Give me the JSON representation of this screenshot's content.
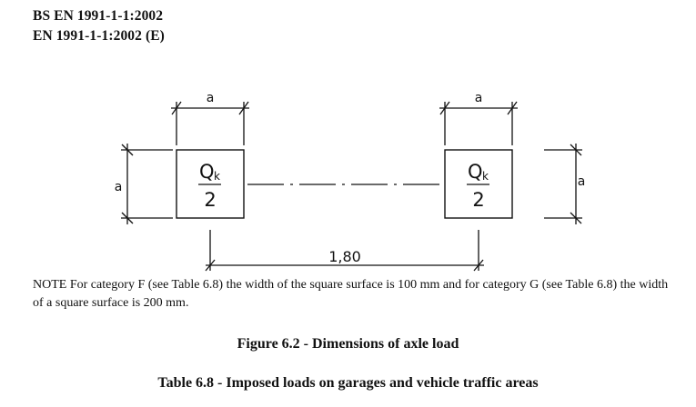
{
  "header": {
    "line1": "BS EN 1991-1-1:2002",
    "line2": "EN 1991-1-1:2002 (E)"
  },
  "figure": {
    "dim_a": "a",
    "load_symbol": "Q",
    "load_subscript": "k",
    "load_divisor": "2",
    "axle_spacing": "1,80"
  },
  "note": "NOTE For category F (see Table 6.8) the width of the square surface is 100 mm and for category G (see Table 6.8) the width of a square surface is 200 mm.",
  "figure_caption": "Figure 6.2 - Dimensions of axle load",
  "table_caption": "Table 6.8 - Imposed loads on garages and vehicle traffic areas"
}
